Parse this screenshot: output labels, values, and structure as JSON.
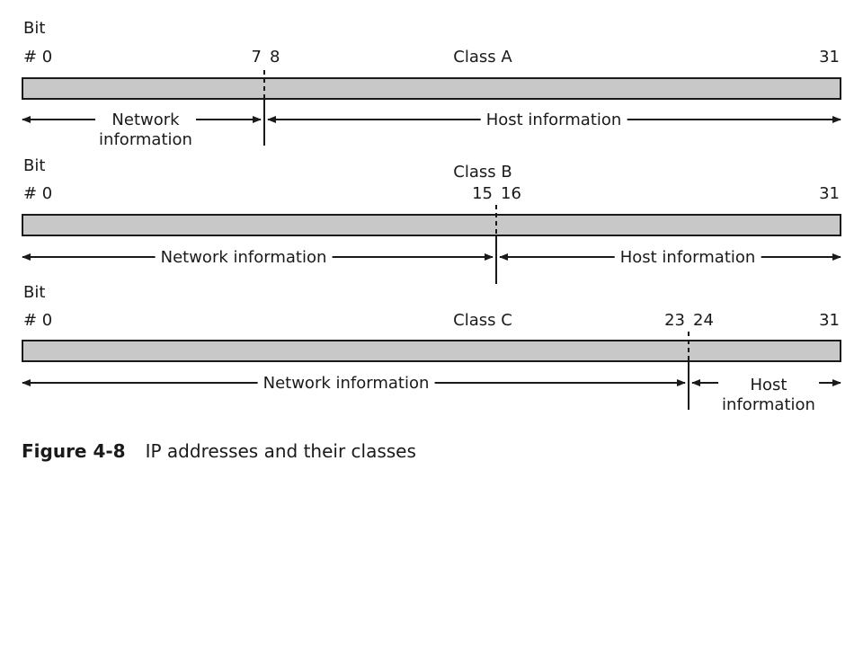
{
  "bit_label": "Bit",
  "hash_label": "# 0",
  "classes": [
    {
      "name": "Class A",
      "boundary_left": "7",
      "boundary_right": "8",
      "end_bit": "31",
      "network_label": "Network\ninformation",
      "host_label": "Host information"
    },
    {
      "name": "Class B",
      "boundary_left": "15",
      "boundary_right": "16",
      "end_bit": "31",
      "network_label": "Network information",
      "host_label": "Host information"
    },
    {
      "name": "Class C",
      "boundary_left": "23",
      "boundary_right": "24",
      "end_bit": "31",
      "network_label": "Network information",
      "host_label": "Host\ninformation"
    }
  ],
  "caption": {
    "number": "Figure 4-8",
    "text": "IP addresses and their classes"
  },
  "colors": {
    "bar_fill": "#c8c8c8",
    "line": "#1a1a1a"
  }
}
